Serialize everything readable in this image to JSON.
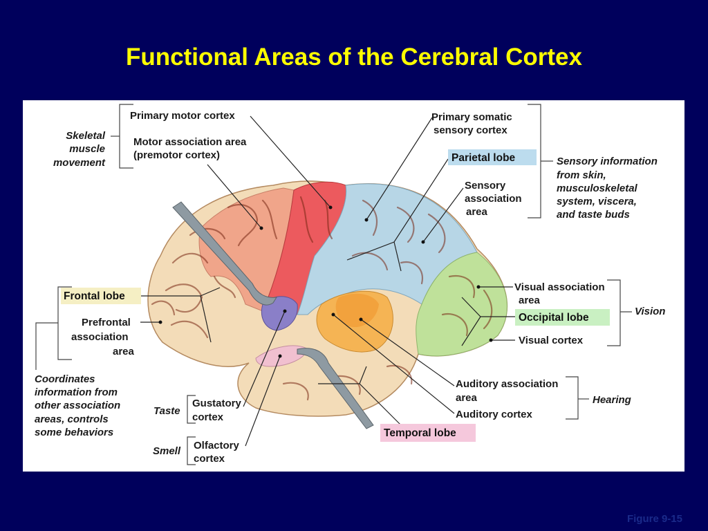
{
  "title": "Functional Areas of the Cerebral Cortex",
  "figure_ref": "Figure 9-15",
  "labels": {
    "primary_motor_cortex": "Primary motor cortex",
    "motor_association_1": "Motor association area",
    "motor_association_2": "(premotor cortex)",
    "primary_somatic_1": "Primary  somatic",
    "primary_somatic_2": "sensory  cortex",
    "sensory_association_1": "Sensory",
    "sensory_association_2": "association",
    "sensory_association_3": "area",
    "prefrontal_1": "Prefrontal",
    "prefrontal_2": "association",
    "prefrontal_3": "area",
    "visual_association_1": "Visual association",
    "visual_association_2": "area",
    "visual_cortex": "Visual cortex",
    "auditory_association_1": "Auditory association",
    "auditory_association_2": "area",
    "auditory_cortex": "Auditory cortex",
    "gustatory_1": "Gustatory",
    "gustatory_2": "cortex",
    "olfactory_1": "Olfactory",
    "olfactory_2": "cortex"
  },
  "lobes": {
    "parietal": "Parietal  lobe",
    "frontal": "Frontal lobe",
    "occipital": "Occipital lobe",
    "temporal": "Temporal lobe"
  },
  "functions": {
    "skeletal_1": "Skeletal",
    "skeletal_2": "muscle",
    "skeletal_3": "movement",
    "sensory_info_1": "Sensory information",
    "sensory_info_2": "from skin,",
    "sensory_info_3": "musculoskeletal",
    "sensory_info_4": "system, viscera,",
    "sensory_info_5": "and taste buds",
    "coordinates_1": "Coordinates",
    "coordinates_2": "information from",
    "coordinates_3": "other association",
    "coordinates_4": "areas, controls",
    "coordinates_5": "some behaviors",
    "vision": "Vision",
    "hearing": "Hearing",
    "taste": "Taste",
    "smell": "Smell"
  },
  "colors": {
    "background": "#00005c",
    "title": "#ffff00",
    "frontal_lobe": "#f3dcb8",
    "motor_association": "#f0a58a",
    "primary_motor": "#ec5a5e",
    "parietal_lobe": "#b7d6e6",
    "occipital_lobe": "#bfe19a",
    "temporal_lobe": "#f3dcb8",
    "auditory": "#f5b454",
    "gustatory": "#8a7fc8",
    "olfactory": "#f1c0d0",
    "lobe_label_parietal": "#bcdcee",
    "lobe_label_frontal": "#f5efc4",
    "lobe_label_occipital": "#c9f0c2",
    "lobe_label_temporal": "#f5c8dc"
  }
}
